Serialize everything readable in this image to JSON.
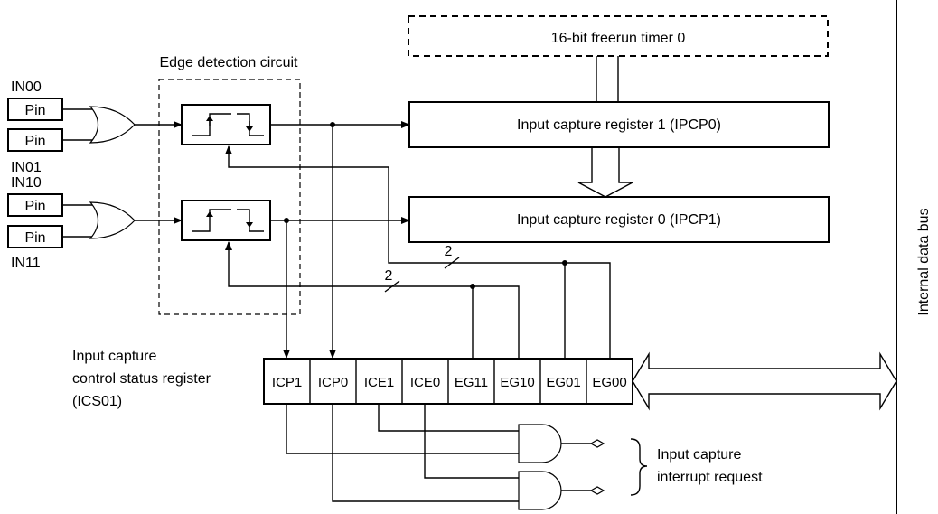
{
  "timer": {
    "label": "16-bit freerun timer 0"
  },
  "edge_detection": {
    "label": "Edge detection circuit"
  },
  "registers": {
    "ipcp0": "Input capture register 1 (IPCP0)",
    "ipcp1": "Input capture register 0 (IPCP1)"
  },
  "pins": {
    "in00": "IN00",
    "in01": "IN01",
    "in10": "IN10",
    "in11": "IN11",
    "pin_label": "Pin"
  },
  "ics": {
    "title_line1": "Input capture",
    "title_line2": "control status register",
    "title_line3": "(ICS01)",
    "bits": [
      "ICP1",
      "ICP0",
      "ICE1",
      "ICE0",
      "EG11",
      "EG10",
      "EG01",
      "EG00"
    ]
  },
  "bus": {
    "label": "Internal data bus"
  },
  "bus_width": {
    "upper": "2",
    "lower": "2"
  },
  "interrupt": {
    "line1": "Input capture",
    "line2": "interrupt request"
  }
}
